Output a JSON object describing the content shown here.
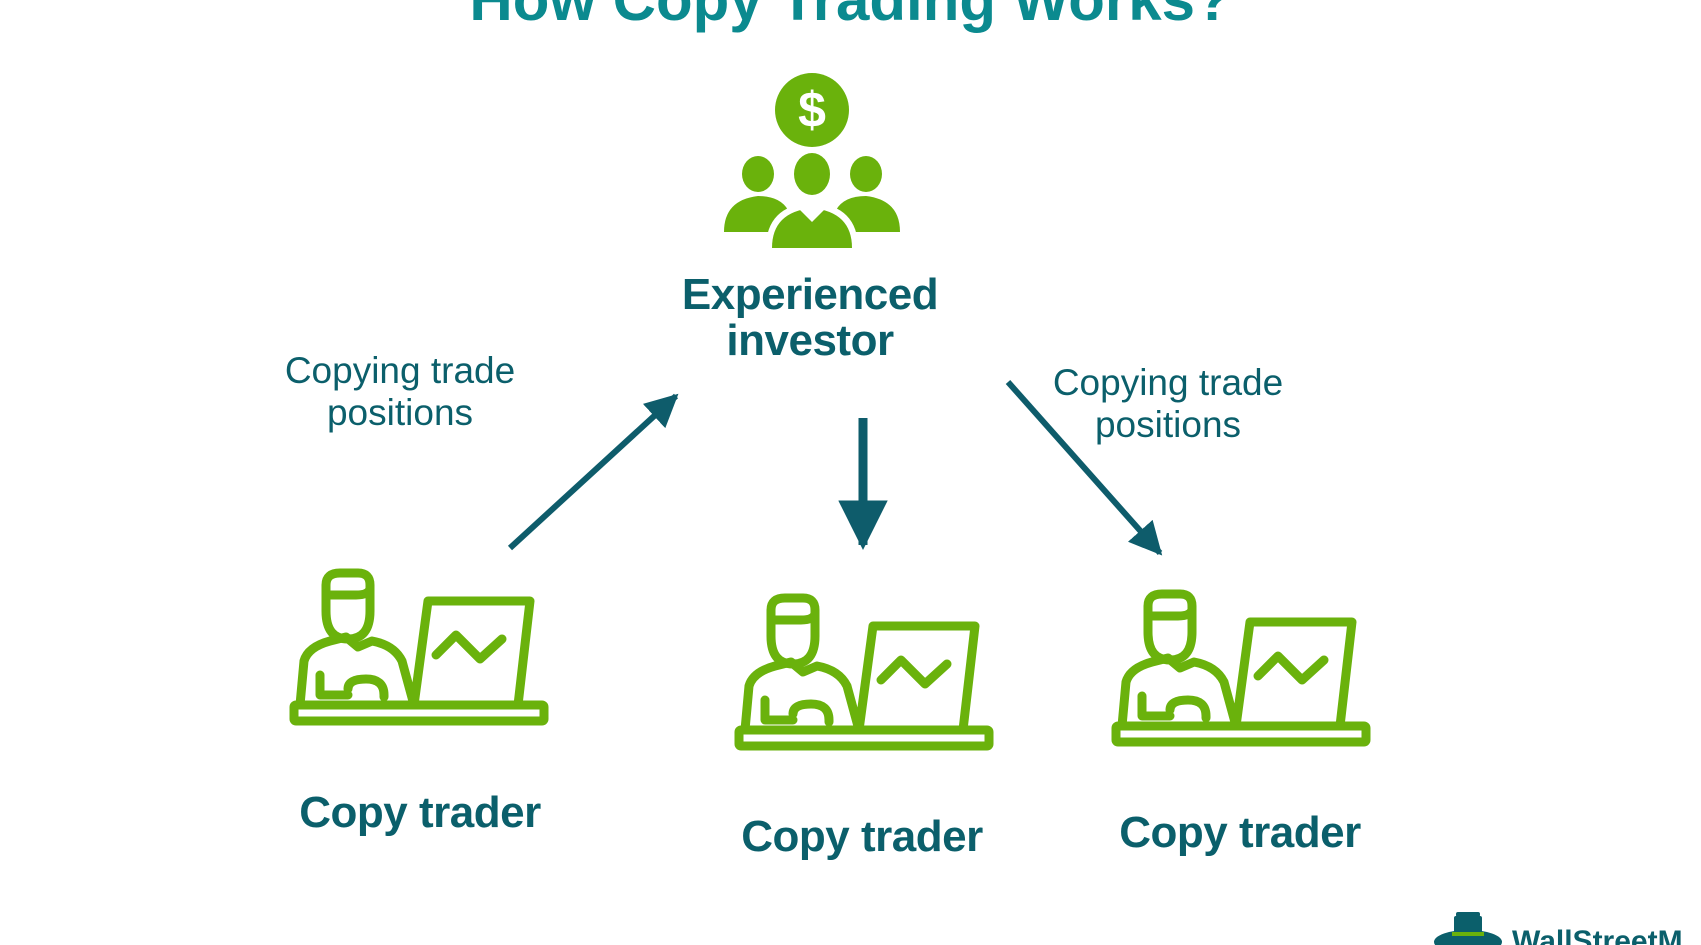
{
  "title": "How Copy Trading Works?",
  "colors": {
    "teal": "#0b5f6b",
    "green": "#6ab20c",
    "arrow": "#0e5c6b"
  },
  "top_node": {
    "icon": "investor-group-dollar-icon",
    "label_line1": "Experienced",
    "label_line2": "investor"
  },
  "notes": {
    "left": {
      "line1": "Copying trade",
      "line2": "positions"
    },
    "right": {
      "line1": "Copying trade",
      "line2": "positions"
    }
  },
  "traders": [
    {
      "icon": "trader-laptop-icon",
      "label": "Copy trader"
    },
    {
      "icon": "trader-laptop-icon",
      "label": "Copy trader"
    },
    {
      "icon": "trader-laptop-icon",
      "label": "Copy trader"
    }
  ],
  "logo": {
    "text": "WallStreetM"
  }
}
